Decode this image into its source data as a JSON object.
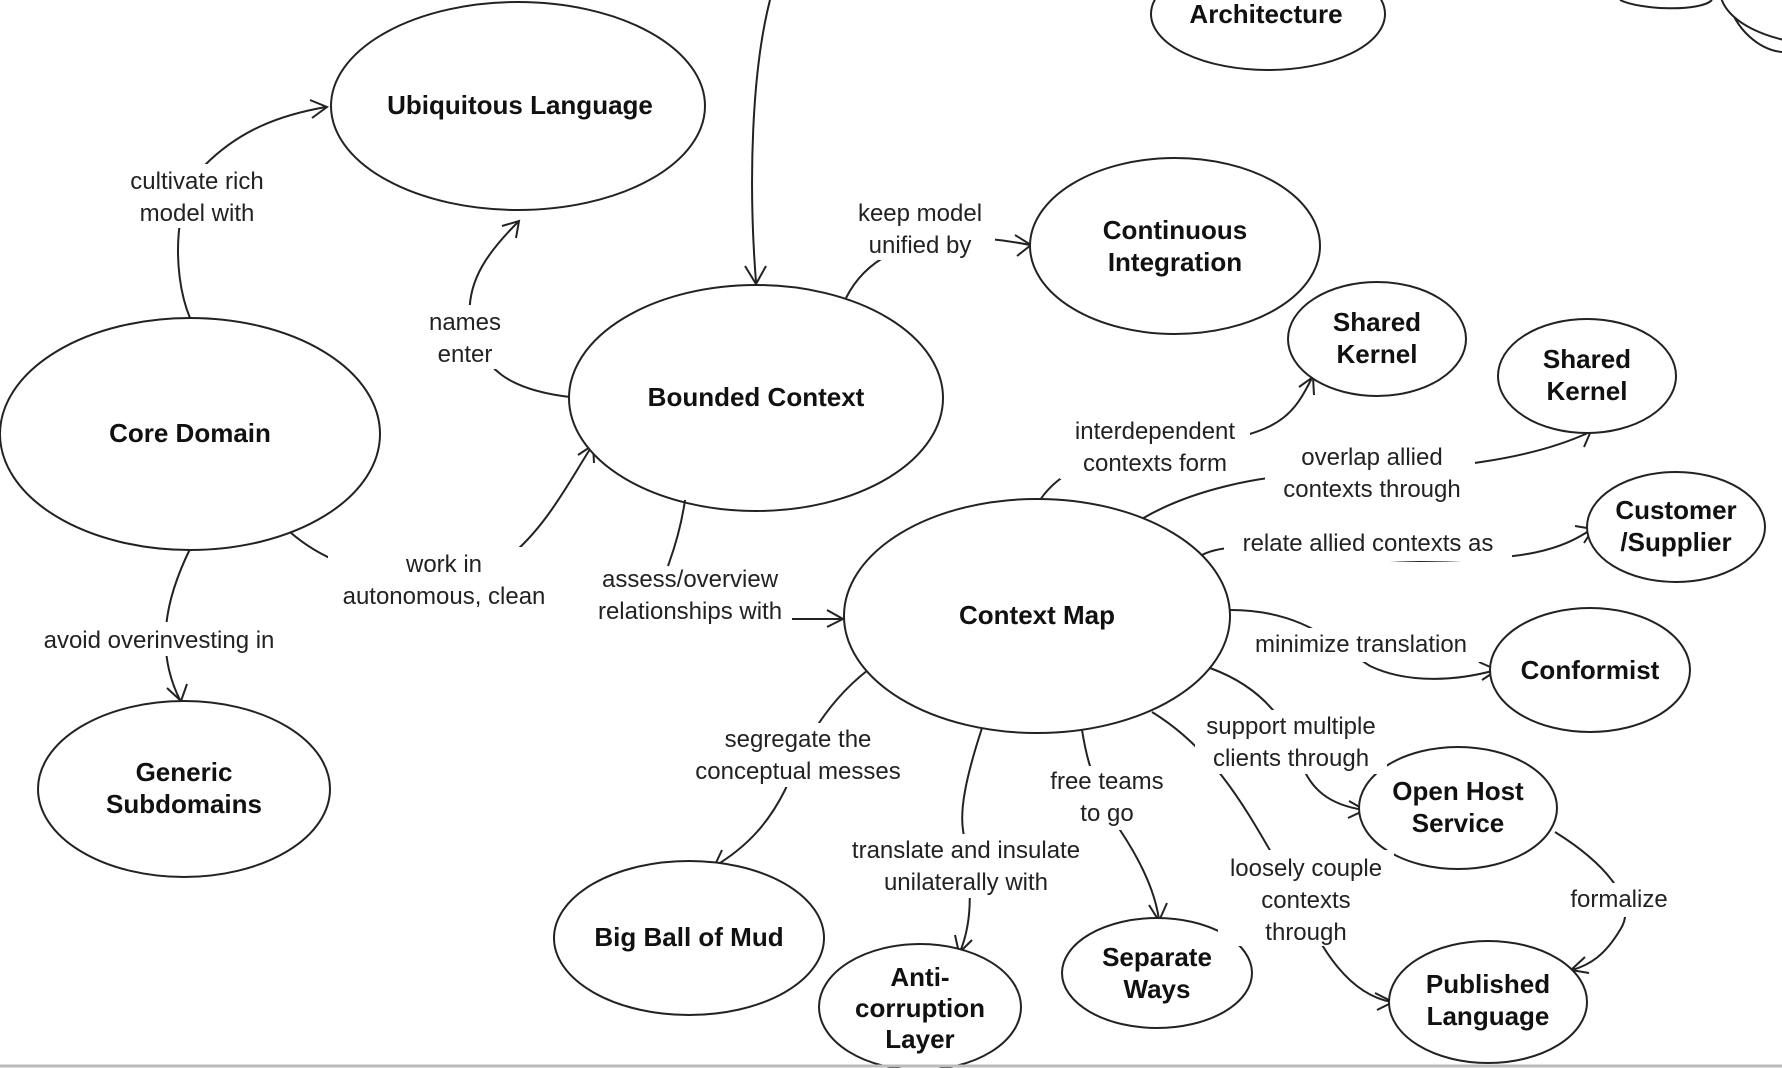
{
  "nodes": {
    "ubiquitous_language": [
      "Ubiquitous Language"
    ],
    "architecture": [
      "Architecture"
    ],
    "core_domain": [
      "Core Domain"
    ],
    "bounded_context": [
      "Bounded Context"
    ],
    "continuous_integration": [
      "Continuous",
      "Integration"
    ],
    "shared_kernel_1": [
      "Shared",
      "Kernel"
    ],
    "shared_kernel_2": [
      "Shared",
      "Kernel"
    ],
    "customer_supplier": [
      "Customer",
      "/Supplier"
    ],
    "context_map": [
      "Context Map"
    ],
    "conformist": [
      "Conformist"
    ],
    "open_host_service": [
      "Open Host",
      "Service"
    ],
    "generic_subdomains": [
      "Generic",
      "Subdomains"
    ],
    "big_ball_of_mud": [
      "Big Ball of Mud"
    ],
    "anticorruption_layer": [
      "Anti-",
      "corruption",
      "Layer"
    ],
    "separate_ways": [
      "Separate",
      "Ways"
    ],
    "published_language": [
      "Published",
      "Language"
    ]
  },
  "edges": {
    "cultivate": [
      "cultivate rich",
      "model with"
    ],
    "names_enter": [
      "names",
      "enter"
    ],
    "keep_unified": [
      "keep model",
      "unified by"
    ],
    "work_in": [
      "work in",
      "autonomous, clean"
    ],
    "avoid": [
      "avoid overinvesting in"
    ],
    "interdependent": [
      "interdependent",
      "contexts form"
    ],
    "overlap": [
      "overlap allied",
      "contexts through"
    ],
    "relate": [
      "relate allied contexts as"
    ],
    "assess": [
      "assess/overview",
      "relationships with"
    ],
    "minimize": [
      "minimize translation"
    ],
    "support": [
      "support multiple",
      "clients through"
    ],
    "segregate": [
      "segregate the",
      "conceptual messes"
    ],
    "free_teams": [
      "free teams",
      "to go"
    ],
    "translate": [
      "translate and insulate",
      "unilaterally with"
    ],
    "loosely": [
      "loosely couple",
      "contexts",
      "through"
    ],
    "formalize": [
      "formalize"
    ]
  }
}
